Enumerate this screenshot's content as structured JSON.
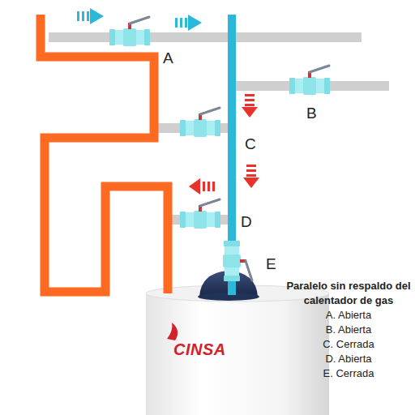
{
  "diagram": {
    "nodes": [
      {
        "text": [
          "CINSA"
        ]
      }
    ],
    "labels": [
      "A",
      "B",
      "C",
      "D",
      "E",
      "Paralelo sin respaldo del calentador de gas",
      "A. Abierta",
      "B. Abierta",
      "C. Cerrada",
      "D. Abierta",
      "E. Cerrada"
    ]
  }
}
